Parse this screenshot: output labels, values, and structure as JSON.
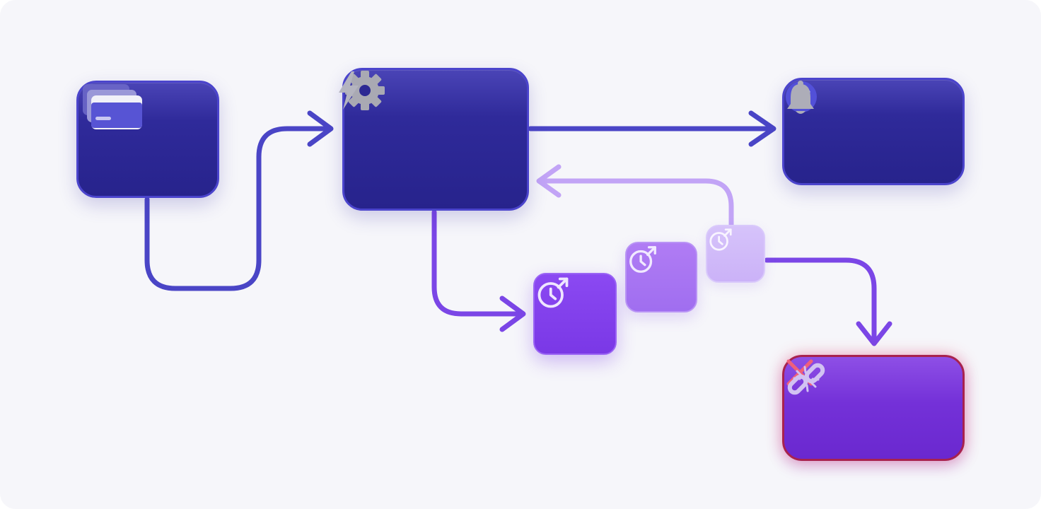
{
  "diagram": {
    "nodes": [
      {
        "id": "source",
        "icons": [
          "cards-stack-icon"
        ]
      },
      {
        "id": "processor",
        "icons": [
          "gear-icon",
          "lightning-icon"
        ]
      },
      {
        "id": "success",
        "icons": [
          "check-circle-icon",
          "bell-icon"
        ]
      },
      {
        "id": "retry-1",
        "icons": [
          "clock-arrow-icon"
        ]
      },
      {
        "id": "retry-2",
        "icons": [
          "clock-arrow-icon"
        ]
      },
      {
        "id": "retry-3",
        "icons": [
          "clock-arrow-icon"
        ]
      },
      {
        "id": "failure",
        "icons": [
          "x-icon",
          "broken-link-icon"
        ]
      }
    ],
    "edges": [
      {
        "from": "source",
        "to": "processor"
      },
      {
        "from": "processor",
        "to": "success"
      },
      {
        "from": "processor",
        "to": "retry-1"
      },
      {
        "from": "retry-3",
        "to": "processor"
      },
      {
        "from": "retry-3",
        "to": "failure"
      }
    ]
  },
  "colors": {
    "background": "#f6f6fa",
    "navy_node": "#2f2a9a",
    "node_border": "#4b44cc",
    "edge_primary": "#4a45c6",
    "edge_retry": "#7b46e6",
    "edge_feedback": "#c2a4f6",
    "retry_1": "#7a38e6",
    "retry_2": "#a06ef0",
    "retry_3": "#cbb2f8",
    "failure_fill": "#7431d8",
    "failure_glow": "#f03c5a",
    "icon_gray": "#a8a8b4"
  }
}
